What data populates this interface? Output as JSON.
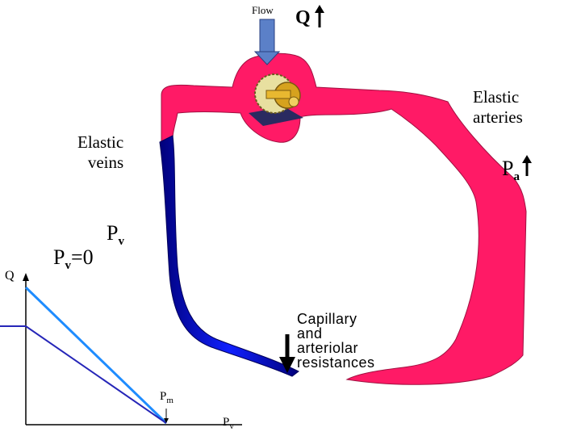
{
  "labels": {
    "flow": "Flow",
    "q_top": "Q",
    "elastic_arteries": "Elastic\narteries",
    "pa_main": "P",
    "pa_sub": "a",
    "elastic_veins": "Elastic\nveins",
    "pv_main": "P",
    "pv_sub": "v",
    "pv0_main": "P",
    "pv0_sub": "v",
    "pv0_rest": "=0",
    "q_axis": "Q",
    "capillary": "Capillary\nand\narteriolar\nresistances",
    "pm_main": "P",
    "pm_sub": "m",
    "pv_axis_main": "P",
    "pv_axis_sub": "v"
  },
  "colors": {
    "artery": "#ff1a66",
    "vein": "#0a12e0",
    "curve_light": "#1e8cff",
    "curve_dark": "#2626b8",
    "arrow_blue": "#5b80c8",
    "pump_gold": "#d6a21e",
    "pump_gear": "#e8e0a0",
    "pump_base": "#2a2a60"
  },
  "graph": {
    "type": "line",
    "series": [
      {
        "values": [
          [
            0,
            1.0
          ],
          [
            1,
            0
          ]
        ]
      },
      {
        "values": [
          [
            -0.2,
            0.72
          ],
          [
            0,
            0.72
          ],
          [
            1,
            0
          ]
        ]
      }
    ]
  }
}
